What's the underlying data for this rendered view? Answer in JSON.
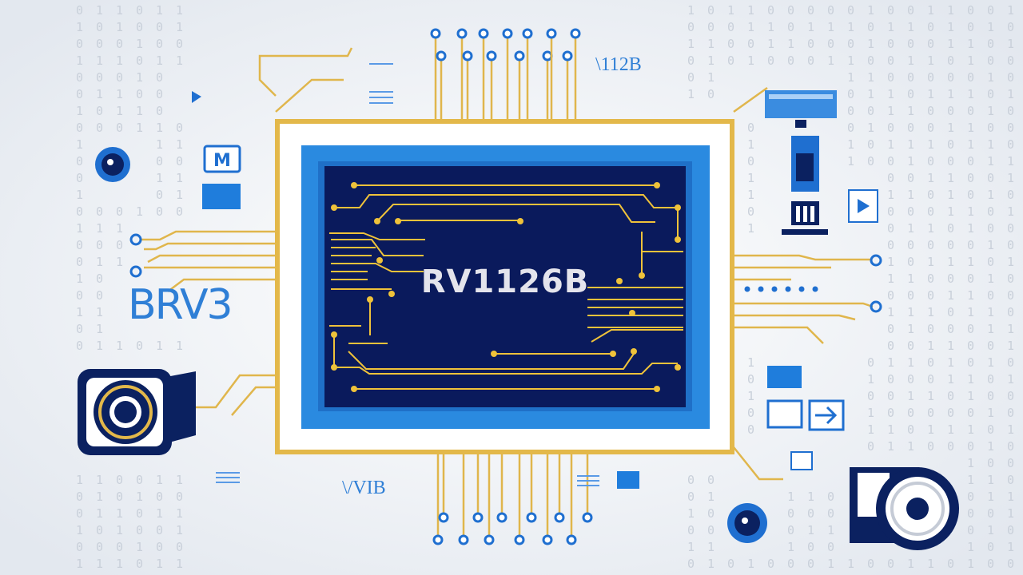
{
  "chip": {
    "label": "RV1126B"
  },
  "decorative_text": {
    "top_right": "\\112B",
    "bottom_center": "\\/VIB",
    "left": "BRV3"
  },
  "binary_columns": [
    "0101001010",
    "1100101001",
    "0011010110",
    "1010010101",
    "0110100100",
    "1001011010"
  ],
  "colors": {
    "background": "#eef1f5",
    "chip_frame": "#e3b84a",
    "chip_blue": "#2a8ae0",
    "chip_core": "#0a1a5c",
    "trace_gold": "#efc23a",
    "icon_blue": "#1f6fd0",
    "icon_navy": "#0b2160",
    "binary_digits": "#c9d0da"
  },
  "icons": [
    "camera-icon",
    "webcam-icon",
    "monitor-icon",
    "play-icon",
    "chip-pin-icon"
  ]
}
